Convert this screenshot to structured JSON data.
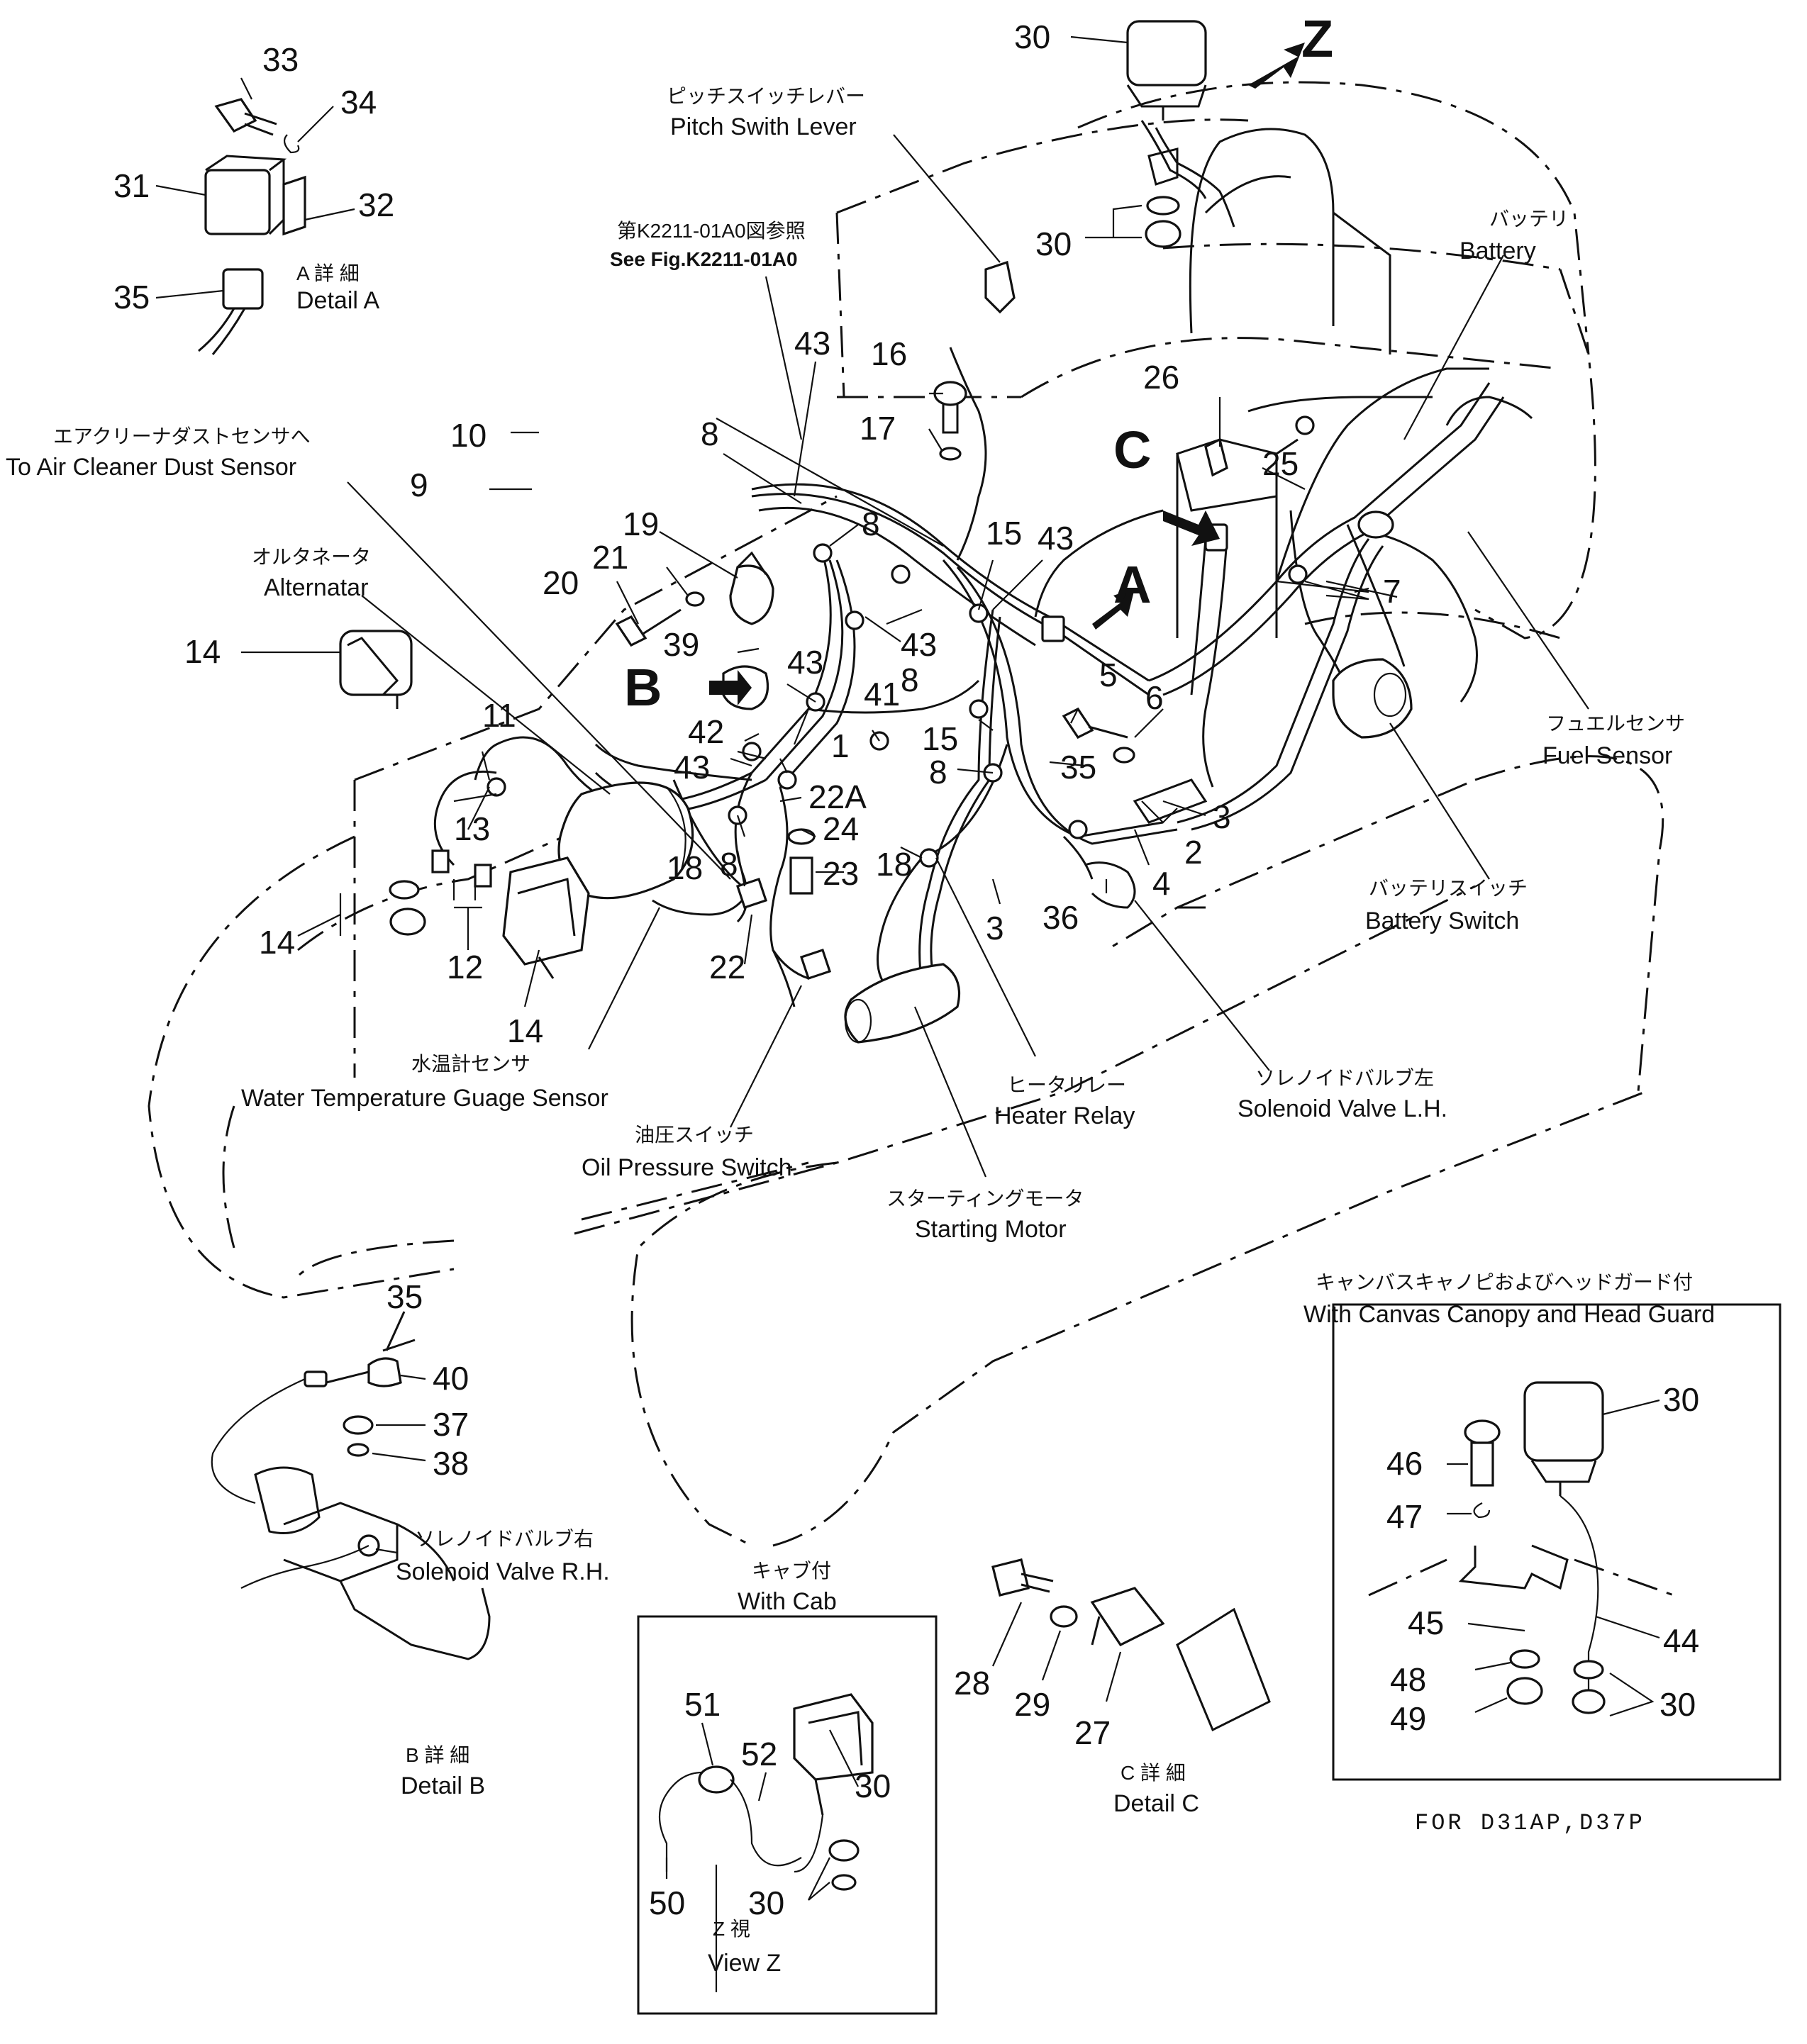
{
  "labels": {
    "pitch_jp": "ピッチスイッチレバー",
    "pitch_en": "Pitch Swith Lever",
    "seefig_jp": "第K2211-01A0図参照",
    "seefig_en": "See Fig.K2211-01A0",
    "aircleaner_jp": "エアクリーナダストセンサへ",
    "aircleaner_en": "To Air Cleaner Dust Sensor",
    "alternator_jp": "オルタネータ",
    "alternator_en": "Alternatar",
    "battery_jp": "バッテリ",
    "battery_en": "Battery",
    "fuel_jp": "フュエルセンサ",
    "fuel_en": "Fuel Sensor",
    "batswitch_jp": "バッテリスイッチ",
    "batswitch_en": "Battery Switch",
    "solenoid_lh_jp": "ソレノイドバルブ左",
    "solenoid_lh_en": "Solenoid Valve L.H.",
    "heater_jp": "ヒータリレー",
    "heater_en": "Heater Relay",
    "water_jp": "水温計センサ",
    "water_en": "Water Temperature Guage Sensor",
    "oil_jp": "油圧スイッチ",
    "oil_en": "Oil Pressure Switch",
    "starting_jp": "スターティングモータ",
    "starting_en": "Starting Motor",
    "canopy_jp": "キャンバスキャノピおよびヘッドガード付",
    "canopy_en": "With Canvas Canopy and Head Guard",
    "solenoid_rh_jp": "ソレノイドバルブ右",
    "solenoid_rh_en": "Solenoid Valve R.H.",
    "cab_jp": "キャブ付",
    "cab_en": "With Cab",
    "detail_a_jp": "A 詳 細",
    "detail_a_en": "Detail A",
    "detail_b_jp": "B 詳 細",
    "detail_b_en": "Detail B",
    "detail_c_jp": "C 詳 細",
    "detail_c_en": "Detail C",
    "view_z_jp": "Z 視",
    "view_z_en": "View Z",
    "for_model": "FOR D31AP,D37P"
  },
  "view_letters": {
    "z": "Z",
    "a": "A",
    "b": "B",
    "c": "C"
  },
  "callouts": {
    "n33": "33",
    "n34": "34",
    "n31": "31",
    "n32": "32",
    "n35a": "35",
    "n30a": "30",
    "n30b": "30",
    "n16": "16",
    "n17": "17",
    "n43a": "43",
    "n8a": "8",
    "n10": "10",
    "n9": "9",
    "n19": "19",
    "n21": "21",
    "n20": "20",
    "n8b": "8",
    "n15a": "15",
    "n43b": "43",
    "n26": "26",
    "n25": "25",
    "n7": "7",
    "n14a": "14",
    "n11": "11",
    "n39": "39",
    "n43c": "43",
    "n43d": "43",
    "n8c": "8",
    "n41": "41",
    "n42": "42",
    "n1": "1",
    "n43e": "43",
    "n5": "5",
    "n6": "6",
    "n15b": "15",
    "n8d": "8",
    "n35b": "35",
    "n3a": "3",
    "n2": "2",
    "n4": "4",
    "n22a": "22A",
    "n24": "24",
    "n23": "23",
    "n18a": "18",
    "n18b": "18",
    "n8e": "8",
    "n3b": "3",
    "n36": "36",
    "n13": "13",
    "n12": "12",
    "n14b": "14",
    "n14c": "14",
    "n22": "22",
    "n35c": "35",
    "n40": "40",
    "n37": "37",
    "n38": "38",
    "n28": "28",
    "n29": "29",
    "n27": "27",
    "n51": "51",
    "n52": "52",
    "n30c": "30",
    "n50": "50",
    "n30d": "30",
    "n30e": "30",
    "n46": "46",
    "n47": "47",
    "n45": "45",
    "n44": "44",
    "n48": "48",
    "n49": "49",
    "n30f": "30"
  }
}
